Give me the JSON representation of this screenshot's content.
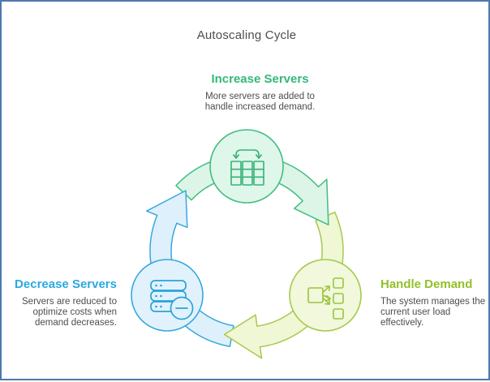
{
  "window": {
    "border_color": "#4d7ab0",
    "background_color": "#ffffff"
  },
  "title": "Autoscaling Cycle",
  "title_color": "#4d4d4d",
  "nodes": {
    "increase": {
      "label": "Increase Servers",
      "desc_lines": [
        "More servers are added to",
        "handle increased demand."
      ],
      "accent_color": "#33b877",
      "fill_color": "#dff6ea",
      "stroke_color": "#41bd80",
      "icon": "server-racks-scale-out-icon",
      "position": "top"
    },
    "handle": {
      "label": "Handle Demand",
      "desc_lines": [
        "The system manages the",
        "current user load",
        "effectively."
      ],
      "accent_color": "#92c029",
      "fill_color": "#f1f8dc",
      "stroke_color": "#a6c94c",
      "icon": "load-balancer-icon",
      "position": "bottom-right"
    },
    "decrease": {
      "label": "Decrease Servers",
      "desc_lines": [
        "Servers are reduced to",
        "optimize costs when",
        "demand decreases."
      ],
      "accent_color": "#2aa9e0",
      "fill_color": "#e1f2fc",
      "stroke_color": "#38a8dd",
      "icon": "server-remove-icon",
      "position": "bottom-left"
    }
  },
  "cycle": {
    "direction": "clockwise",
    "sequence": [
      "Increase Servers",
      "Handle Demand",
      "Decrease Servers"
    ]
  },
  "text_color": "#4d4d4d"
}
